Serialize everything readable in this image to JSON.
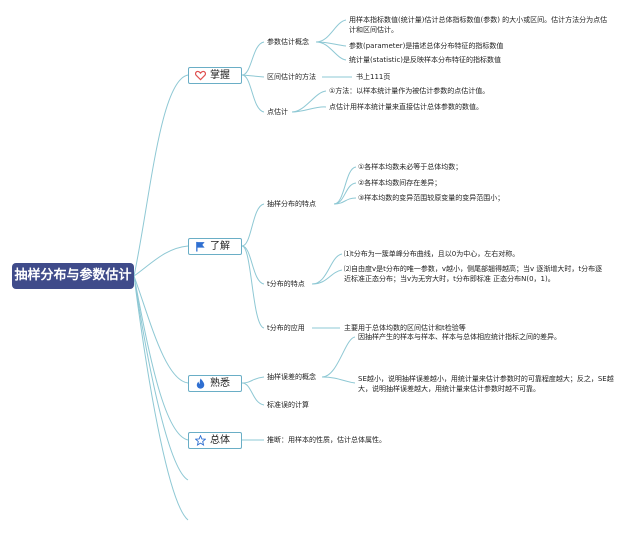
{
  "title": "抽样分布与参数估计",
  "categories": {
    "master": "掌握",
    "understand": "了解",
    "familiar": "熟悉",
    "overall": "总体"
  },
  "master": {
    "param_concept": {
      "label": "参数估计概念",
      "items": [
        "用样本指标数值(统计量)估计总体指标数值(参数) 的大小或区间。估计方法分为点估计和区间估计。",
        "参数(parameter)是描述总体分布特征的指标数值",
        "统计量(statistic)是反映样本分布特征的指标数值"
      ]
    },
    "interval_method": {
      "label": "区间估计的方法",
      "note": "书上111页"
    },
    "point_estimate": {
      "label": "点估计",
      "items": [
        "①方法：以样本统计量作为被估计参数的点估计值。",
        "点估计用样本统计量来直接估计总体参数的数值。"
      ]
    }
  },
  "understand": {
    "sampling_features": {
      "label": "抽样分布的特点",
      "items": [
        "①各样本均数未必等于总体均数；",
        "②各样本均数间存在差异；",
        "③样本均数的变异范围较原变量的变异范围小；"
      ]
    },
    "t_features": {
      "label": "t分布的特点",
      "items": [
        "⑴t分布为一簇单峰分布曲线，且以0为中心，左右对称。",
        "⑵自由度v是t分布的唯一参数，v越小，侧尾部翘得越高；当v 逐渐增大时，t分布逐近标准正态分布；当v为无穷大时，t分布即标准 正态分布N(0，1)。"
      ]
    },
    "t_application": {
      "label": "t分布的应用",
      "note": "主要用于总体均数的区间估计和t检验等"
    }
  },
  "familiar": {
    "sampling_error": {
      "label": "抽样误差的概念",
      "items": [
        "因抽样产生的样本与样本、样本与总体相应统计指标之间的差异。",
        "SE越小，说明抽样误差越小，用统计量来估计参数时的可靠程度越大；反之，SE越大，说明抽样误差越大，用统计量来估计参数时越不可靠。"
      ]
    },
    "std_error_calc": {
      "label": "标准误的计算"
    }
  },
  "overall": {
    "inference": {
      "label": "推断：用样本的性质，估计总体属性。"
    }
  },
  "colors": {
    "root_bg": "#3f4b8a",
    "line": "#8ec8d4",
    "cat_border": "#6aaec6",
    "heart": "#e05050",
    "flag": "#2f6fd1",
    "flame": "#2f6fd1",
    "star": "#2f6fd1"
  },
  "icons": {
    "master": "heart-icon",
    "understand": "flag-icon",
    "familiar": "flame-icon",
    "overall": "star-icon"
  }
}
